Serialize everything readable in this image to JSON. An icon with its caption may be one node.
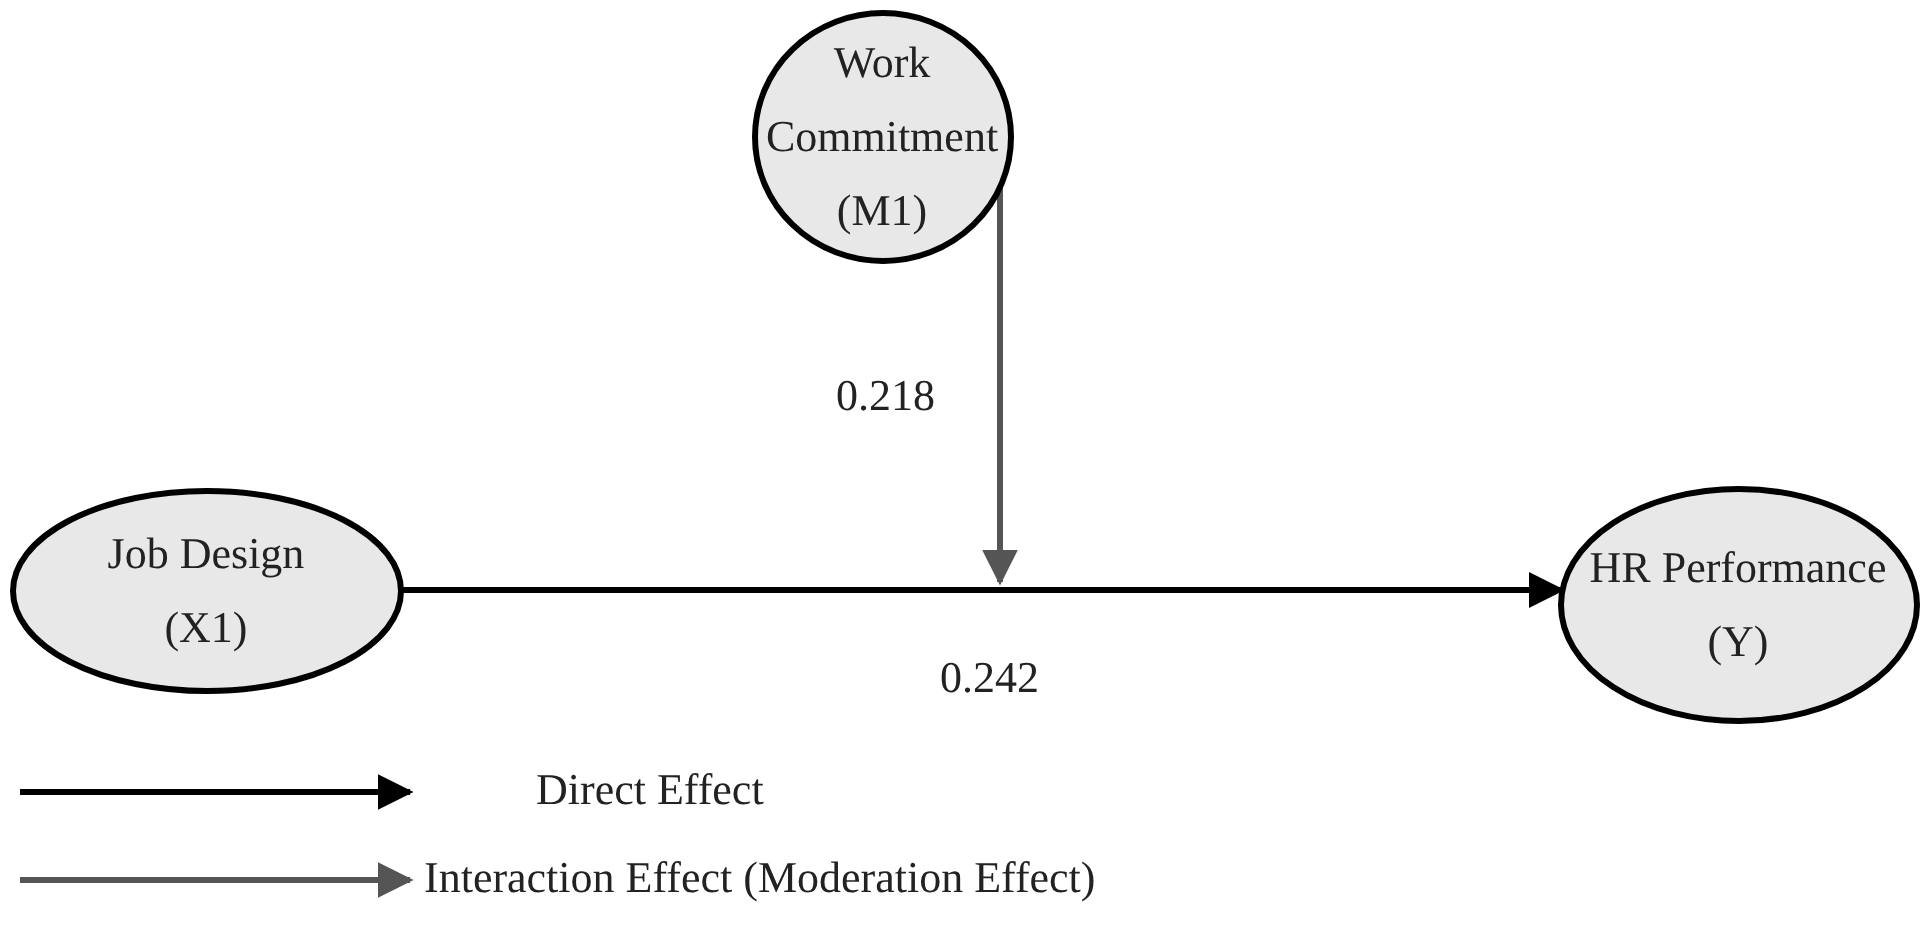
{
  "diagram": {
    "nodes": [
      {
        "text": [
          "Work Commitment (M1)"
        ]
      },
      {
        "text": [
          "Job Design (X1)"
        ]
      },
      {
        "text": [
          "HR Performance (Y)"
        ]
      }
    ],
    "edges": [
      {
        "from": 1,
        "to": 2,
        "arrow": "to",
        "label": "0.242"
      },
      {
        "from": 0,
        "to": null,
        "arrow": "to",
        "label": "0.218",
        "color": "#555555"
      }
    ],
    "legend": [
      {
        "text": "Direct Effect"
      },
      {
        "text": "Interaction Effect (Moderation Effect)"
      }
    ]
  }
}
